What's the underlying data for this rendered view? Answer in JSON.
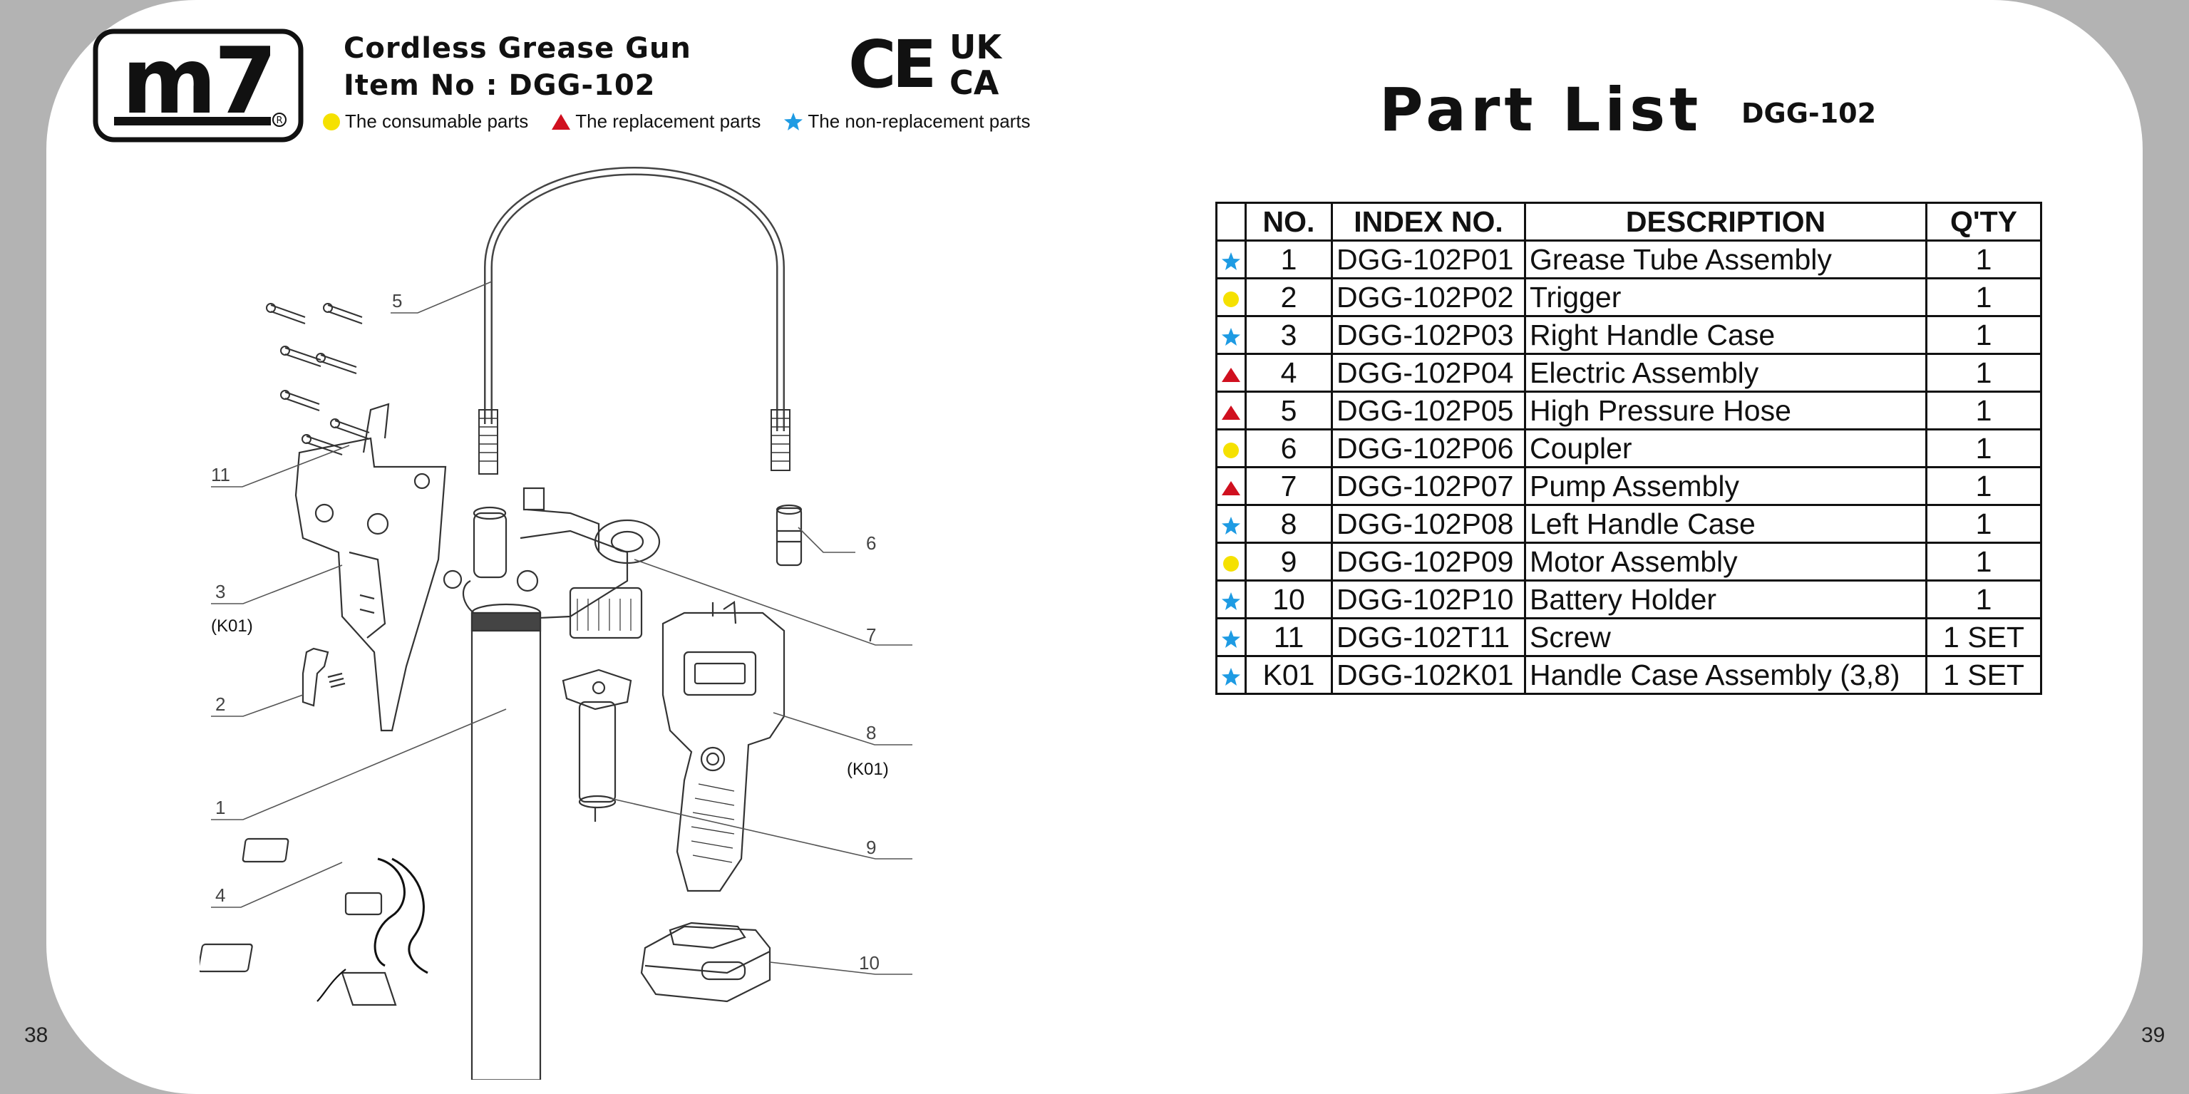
{
  "header": {
    "title": "Cordless Grease Gun",
    "item_line": "Item No : DGG-102",
    "logo_text": "m7",
    "cert_marks": [
      "CE",
      "UK",
      "CA"
    ]
  },
  "legend": [
    {
      "symbol": "yellow-dot",
      "color": "#f5e100",
      "label": "The consumable parts"
    },
    {
      "symbol": "red-triangle",
      "color": "#d0101f",
      "label": "The replacement parts"
    },
    {
      "symbol": "blue-star",
      "color": "#1e9be3",
      "label": "The non-replacement parts"
    }
  ],
  "diagram": {
    "callouts": [
      "5",
      "11",
      "6",
      "3",
      "(K01)",
      "7",
      "2",
      "8",
      "(K01)",
      "1",
      "9",
      "4",
      "10"
    ]
  },
  "part_list": {
    "title": "Part List",
    "model": "DGG-102",
    "columns": [
      "",
      "NO.",
      "INDEX NO.",
      "DESCRIPTION",
      "Q'TY"
    ],
    "rows": [
      {
        "type": "blue-star",
        "no": "1",
        "index": "DGG-102P01",
        "description": "Grease Tube Assembly",
        "qty": "1"
      },
      {
        "type": "yellow-dot",
        "no": "2",
        "index": "DGG-102P02",
        "description": "Trigger",
        "qty": "1"
      },
      {
        "type": "blue-star",
        "no": "3",
        "index": "DGG-102P03",
        "description": "Right Handle Case",
        "qty": "1"
      },
      {
        "type": "red-triangle",
        "no": "4",
        "index": "DGG-102P04",
        "description": "Electric Assembly",
        "qty": "1"
      },
      {
        "type": "red-triangle",
        "no": "5",
        "index": "DGG-102P05",
        "description": "High Pressure Hose",
        "qty": "1"
      },
      {
        "type": "yellow-dot",
        "no": "6",
        "index": "DGG-102P06",
        "description": "Coupler",
        "qty": "1"
      },
      {
        "type": "red-triangle",
        "no": "7",
        "index": "DGG-102P07",
        "description": "Pump Assembly",
        "qty": "1"
      },
      {
        "type": "blue-star",
        "no": "8",
        "index": "DGG-102P08",
        "description": "Left Handle Case",
        "qty": "1"
      },
      {
        "type": "yellow-dot",
        "no": "9",
        "index": "DGG-102P09",
        "description": "Motor Assembly",
        "qty": "1"
      },
      {
        "type": "blue-star",
        "no": "10",
        "index": "DGG-102P10",
        "description": "Battery Holder",
        "qty": "1"
      },
      {
        "type": "blue-star",
        "no": "11",
        "index": "DGG-102T11",
        "description": "Screw",
        "qty": "1 SET"
      },
      {
        "type": "blue-star",
        "no": "K01",
        "index": "DGG-102K01",
        "description": "Handle Case Assembly (3,8)",
        "qty": "1 SET"
      }
    ]
  },
  "page_numbers": {
    "left": "38",
    "right": "39"
  }
}
